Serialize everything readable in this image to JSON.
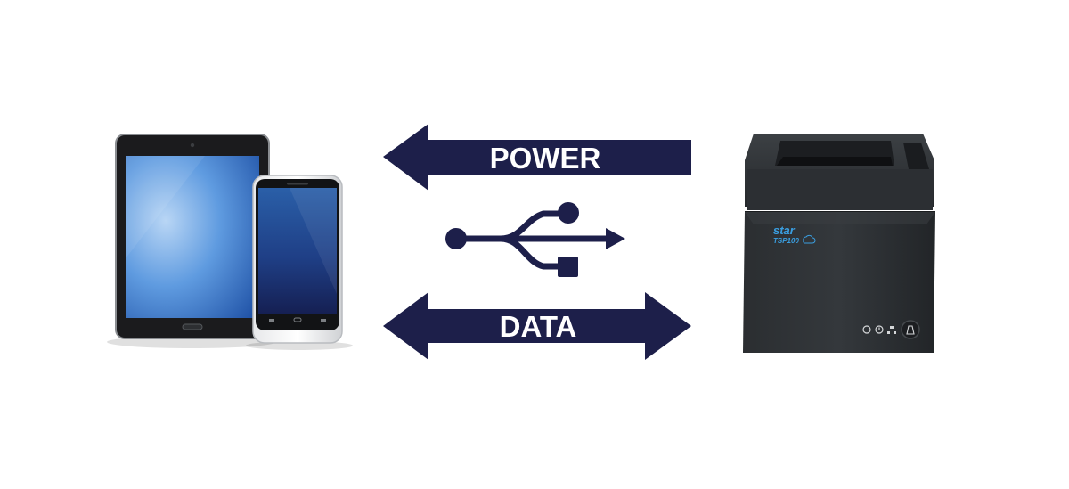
{
  "power_arrow": {
    "label": "POWER",
    "direction": "left"
  },
  "data_arrow": {
    "label": "DATA",
    "direction": "both"
  },
  "usb_symbol": {
    "icon": "usb-icon"
  },
  "tablet": {
    "icon": "tablet-icon"
  },
  "phone": {
    "icon": "smartphone-icon"
  },
  "printer": {
    "icon": "receipt-printer-icon",
    "brand": "star",
    "model": "TSP100"
  },
  "colors": {
    "arrow": "#1d1f4a",
    "arrow_text": "#ffffff",
    "printer_body": "#2a2d30",
    "printer_brand": "#3a9ee0",
    "screen_light": "#a9cbf0",
    "screen_dark": "#1e4fa6"
  }
}
